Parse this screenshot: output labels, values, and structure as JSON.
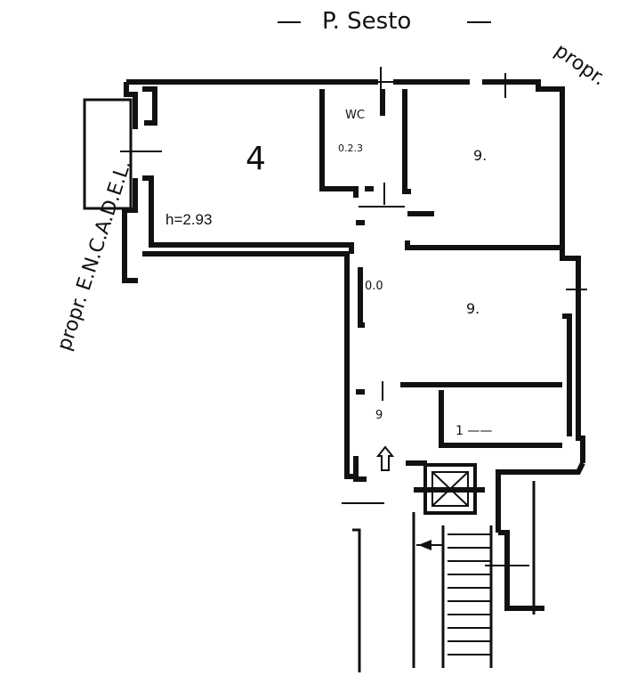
{
  "title": "P. Sesto",
  "labels": {
    "left_owner": "propr. E.N.C.A.D.E.L.",
    "right_owner": "propr.",
    "height": "h=2.93",
    "room_main": "4",
    "room_wc": "WC",
    "room_wc_area": "0.2.3",
    "room_top_right": "9.",
    "room_corridor": "0.0",
    "room_mid_right": "9.",
    "room_bottom_small": "9",
    "room_bottom_right": "1 ——"
  },
  "colors": {
    "ink": "#111111",
    "paper": "#ffffff"
  }
}
